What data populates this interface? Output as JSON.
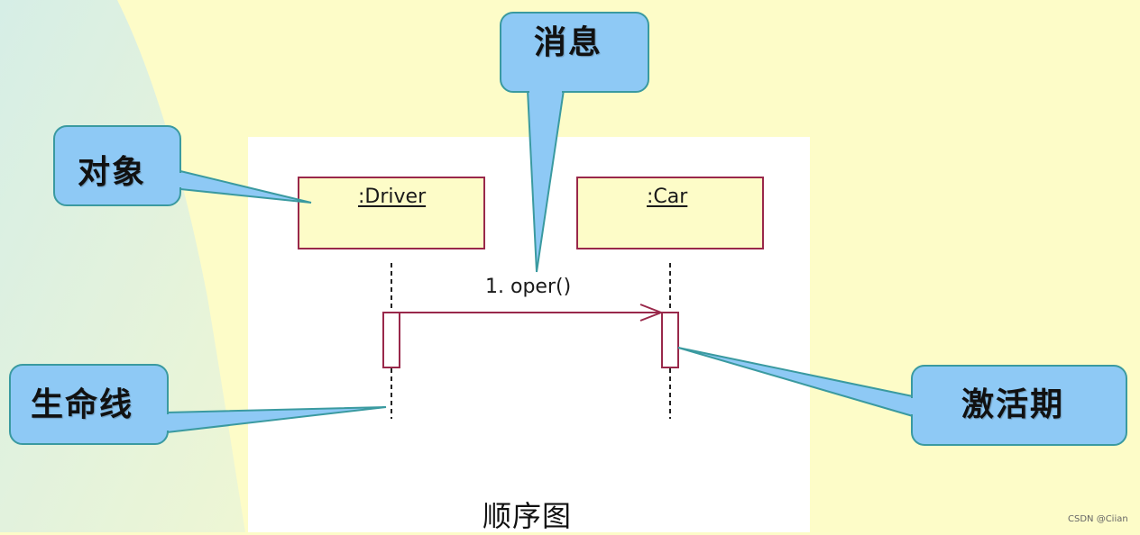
{
  "colors": {
    "slide_bg": "#fdfcc8",
    "object_fill": "#fdfcc8",
    "object_border": "#99284a",
    "message_line": "#99284a",
    "callout_fill": "#8ec9f5",
    "callout_border": "#3a9aa0"
  },
  "objects": [
    {
      "id": "driver",
      "label": ":Driver"
    },
    {
      "id": "car",
      "label": ":Car"
    }
  ],
  "message": {
    "label": "1. oper()",
    "from": "driver",
    "to": "car"
  },
  "callouts": {
    "object": "对象",
    "message": "消息",
    "lifeline": "生命线",
    "activation": "激活期"
  },
  "caption": "顺序图",
  "watermark": "CSDN @Ciian"
}
